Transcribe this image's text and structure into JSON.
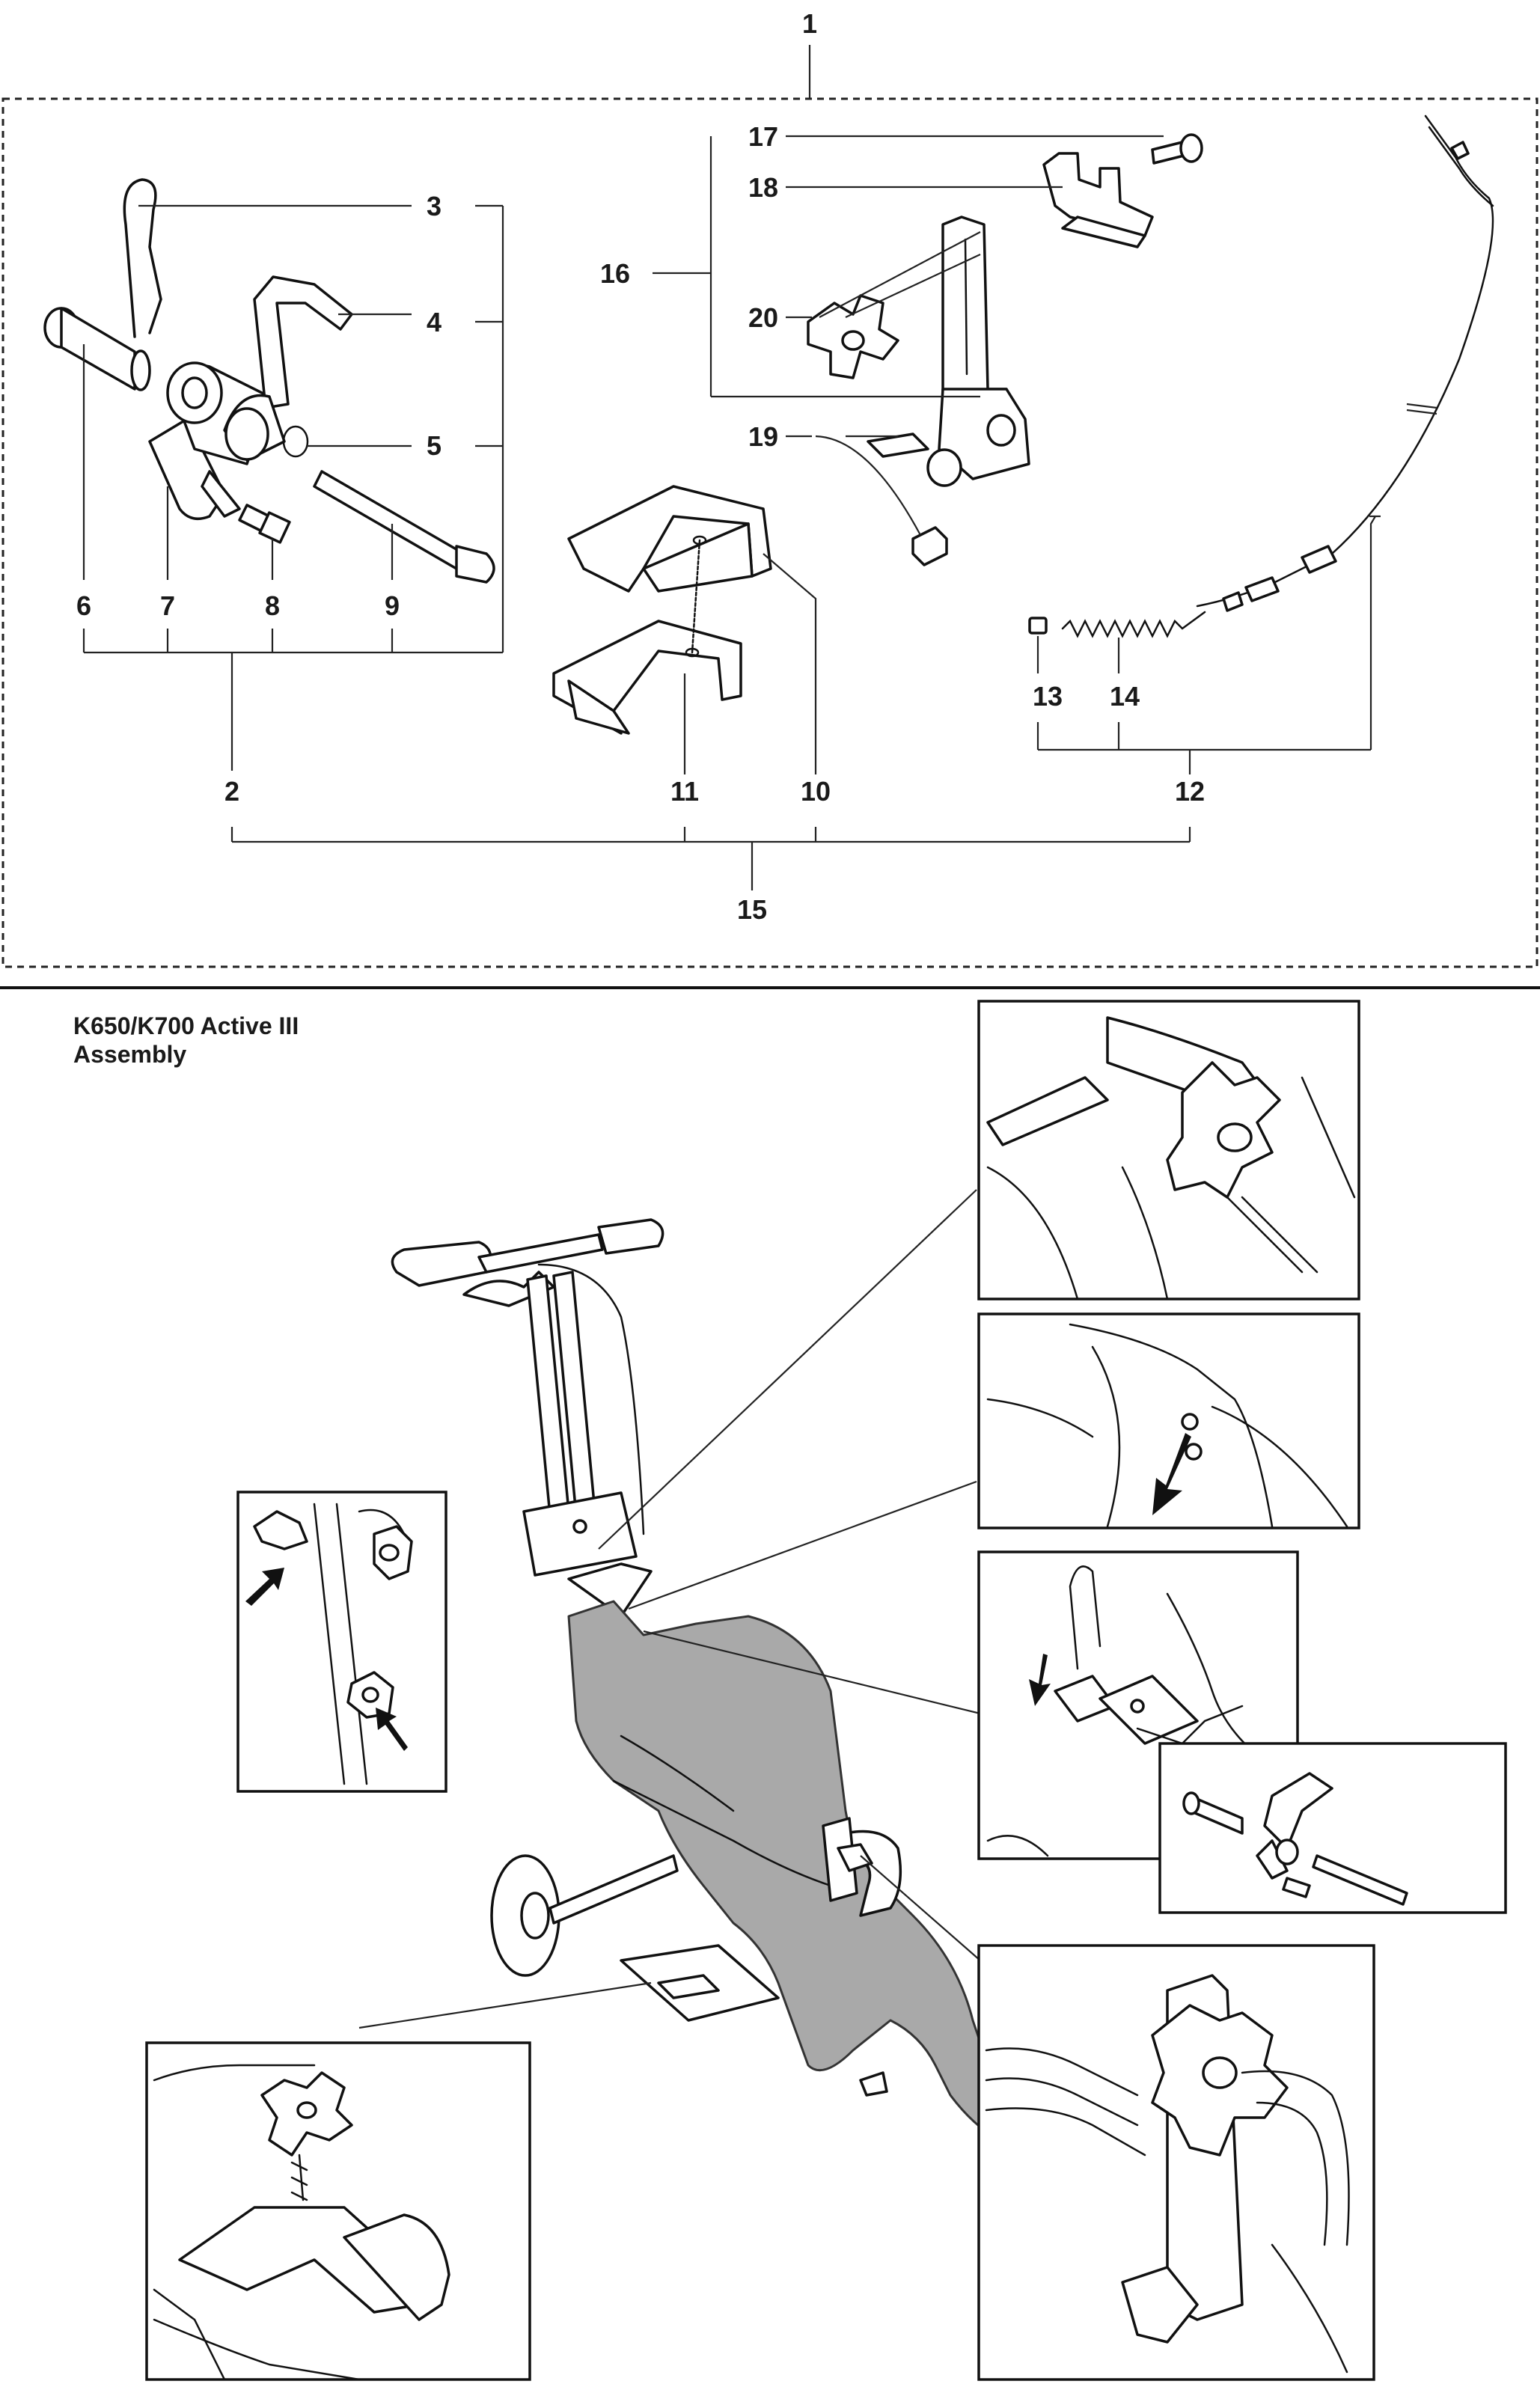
{
  "diagram": {
    "assembly_title_line1": "K650/K700 Active III",
    "assembly_title_line2": "Assembly",
    "part_numbers": {
      "p1": "1",
      "p2": "2",
      "p3": "3",
      "p4": "4",
      "p5": "5",
      "p6": "6",
      "p7": "7",
      "p8": "8",
      "p9": "9",
      "p10": "10",
      "p11": "11",
      "p12": "12",
      "p13": "13",
      "p14": "14",
      "p15": "15",
      "p16": "16",
      "p17": "17",
      "p18": "18",
      "p19": "19",
      "p20": "20"
    },
    "colors": {
      "line": "#111111",
      "machine_fill": "#a9a9a9",
      "background": "#ffffff"
    }
  }
}
